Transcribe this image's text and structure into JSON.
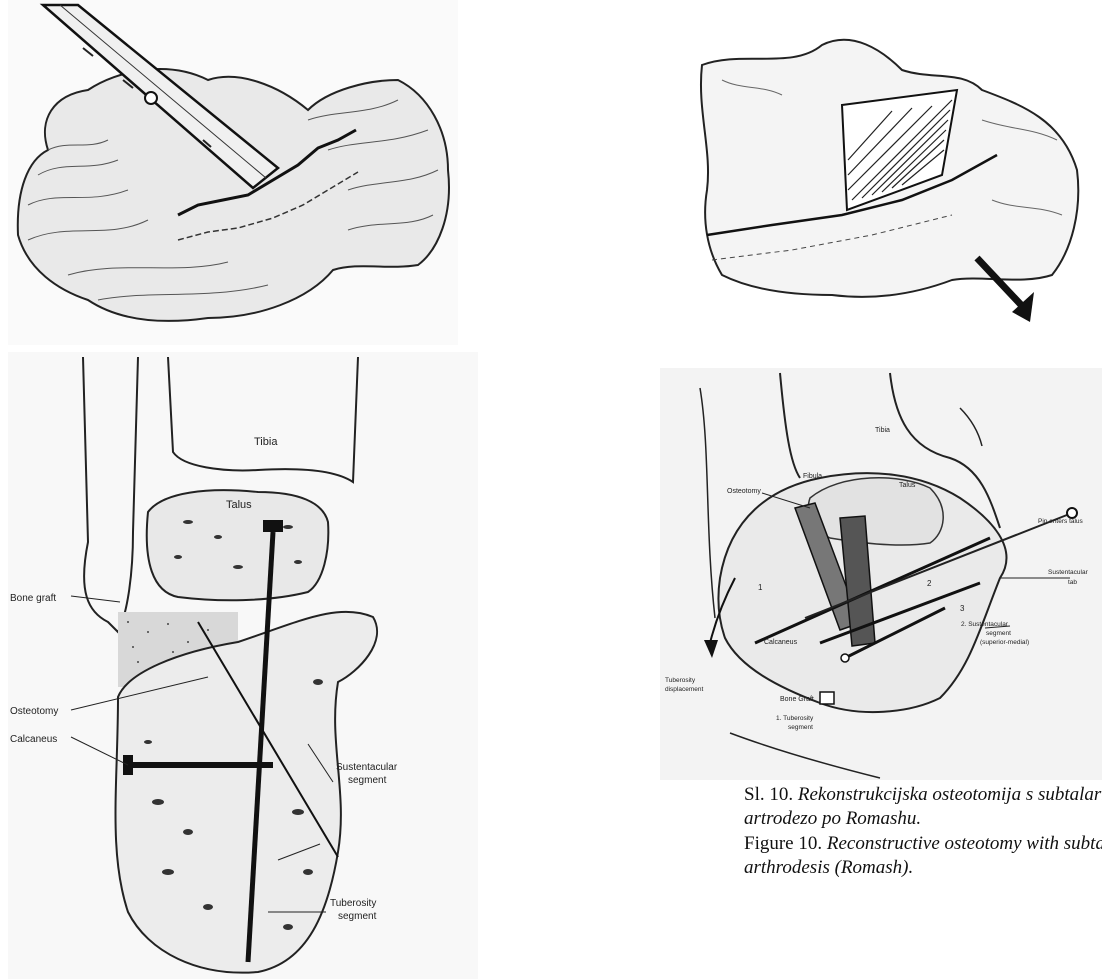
{
  "figures": {
    "bottom_left_labels": {
      "tibia": "Tibia",
      "talus": "Talus",
      "bone_graft": "Bone graft",
      "osteotomy": "Osteotomy",
      "calcaneus": "Calcaneus",
      "sustentacular_segment_1": "Sustentacular",
      "sustentacular_segment_2": "segment",
      "tuberosity_segment_1": "Tuberosity",
      "tuberosity_segment_2": "segment"
    },
    "bottom_right_labels": {
      "tibia": "Tibia",
      "fibula": "Fibula",
      "talus": "Talus",
      "osteotomy": "Osteotomy",
      "pin_enters_talus": "Pin enters talus",
      "sustentacular_tab_1": "Sustentacular",
      "sustentacular_tab_2": "tab",
      "num_1": "1",
      "num_2": "2",
      "num_3": "3",
      "sust_segment_1": "2. Sustentacular",
      "sust_segment_2": "segment",
      "sust_segment_3": "(superior-medial)",
      "calcaneus": "Calcaneus",
      "tuberosity_displacement_1": "Tuberosity",
      "tuberosity_displacement_2": "displacement",
      "bone_graft": "Bone Graft",
      "tuberosity_segment_1": "1. Tuberosity",
      "tuberosity_segment_2": "segment"
    }
  },
  "caption": {
    "hr_prefix": "Sl. 10.",
    "hr_line1": "Rekonstrukcijska osteotomija s subtalarnom",
    "hr_line2": "artrodezo po Romashu.",
    "en_prefix": "Figure 10.",
    "en_line1": "Reconstructive osteotomy with subtalar",
    "en_line2": "arthrodesis (Romash)."
  }
}
